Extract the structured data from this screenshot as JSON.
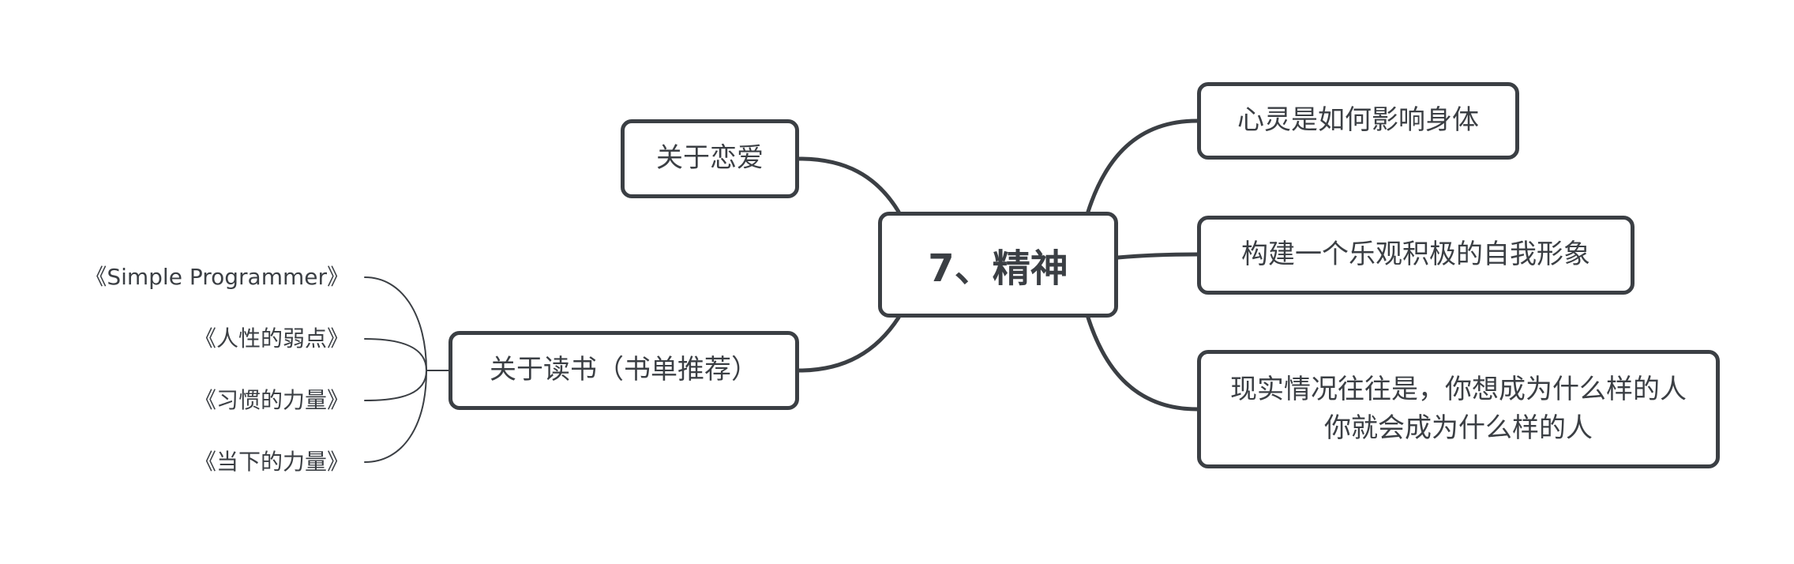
{
  "central": {
    "label": "7、精神"
  },
  "topics": {
    "love": "关于恋爱",
    "books": "关于读书（书单推荐）",
    "mind_body": "心灵是如何影响身体",
    "self_image": "构建一个乐观积极的自我形象",
    "reality": "现实情况往往是，你想成为什么样的人你就会成为什么样的人"
  },
  "books": [
    "《Simple Programmer》",
    "《人性的弱点》",
    "《习惯的力量》",
    "《当下的力量》"
  ],
  "colors": {
    "line": "#3b3f44",
    "node_border": "#3b3f44",
    "text": "#3b3f44",
    "background": "#ffffff"
  }
}
